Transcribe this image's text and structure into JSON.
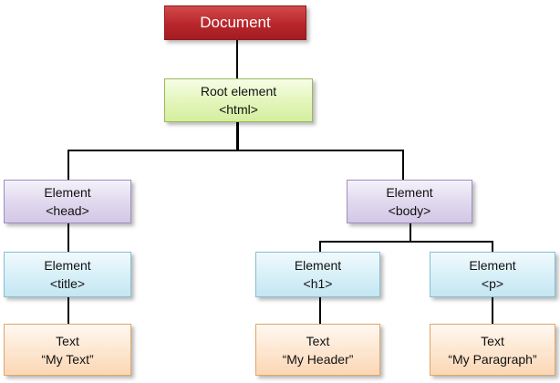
{
  "nodes": {
    "document": {
      "line1": "Document"
    },
    "root": {
      "line1": "Root element",
      "line2": "<html>"
    },
    "head": {
      "line1": "Element",
      "line2": "<head>"
    },
    "body": {
      "line1": "Element",
      "line2": "<body>"
    },
    "title": {
      "line1": "Element",
      "line2": "<title>"
    },
    "h1": {
      "line1": "Element",
      "line2": "<h1>"
    },
    "p": {
      "line1": "Element",
      "line2": "<p>"
    },
    "text_title": {
      "line1": "Text",
      "line2": "“My Text”"
    },
    "text_h1": {
      "line1": "Text",
      "line2": "“My Header”"
    },
    "text_p": {
      "line1": "Text",
      "line2": "“My Paragraph”"
    }
  },
  "colors": {
    "document": "#b8262b",
    "root": "#e4f6bd",
    "element_level1": "#e1d9ee",
    "element_level2": "#d9f0f8",
    "text": "#fde7d2",
    "connector": "#000000"
  }
}
